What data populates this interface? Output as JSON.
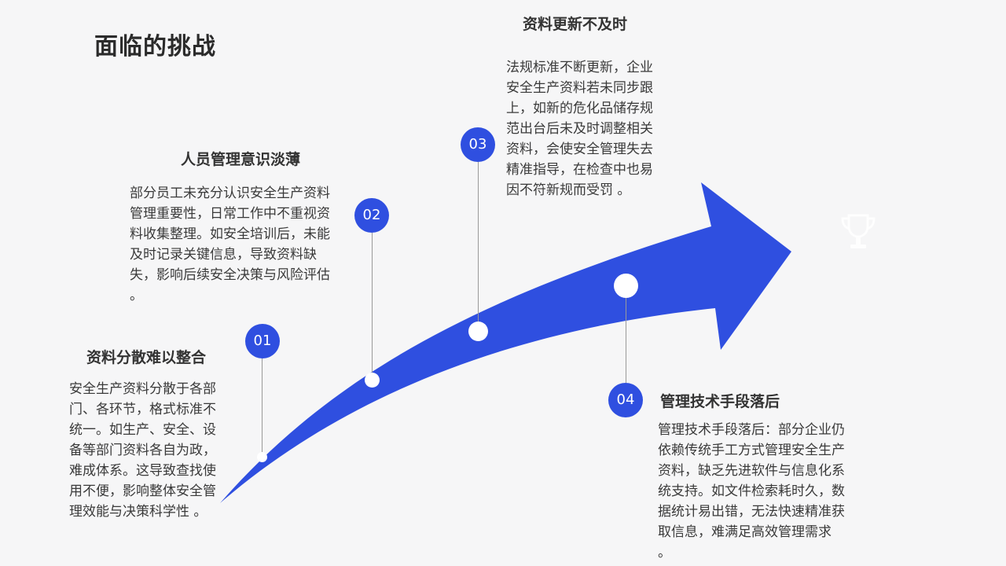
{
  "title": "面临的挑战",
  "accent_color": "#2f4fe0",
  "items": [
    {
      "number": "01",
      "title": "资料分散难以整合",
      "description": "安全生产资料分散于各部门、各环节，格式标准不统一。如生产、安全、设备等部门资料各自为政，难成体系。这导致查找使用不便，影响整体安全管理效能与决策科学性 。"
    },
    {
      "number": "02",
      "title": "人员管理意识淡薄",
      "description": "部分员工未充分认识安全生产资料管理重要性，日常工作中不重视资料收集整理。如安全培训后，未能及时记录关键信息，导致资料缺失，影响后续安全决策与风险评估 。"
    },
    {
      "number": "03",
      "title": "资料更新不及时",
      "description": "法规标准不断更新，企业安全生产资料若未同步跟上，如新的危化品储存规范出台后未及时调整相关资料，会使安全管理失去精准指导，在检查中也易因不符新规而受罚 。"
    },
    {
      "number": "04",
      "title": "管理技术手段落后",
      "description": "管理技术手段落后：部分企业仍依赖传统手工方式管理安全生产资料，缺乏先进软件与信息化系统支持。如文件检索耗时久，数据统计易出错，无法快速精准获取信息，难满足高效管理需求 。"
    }
  ]
}
